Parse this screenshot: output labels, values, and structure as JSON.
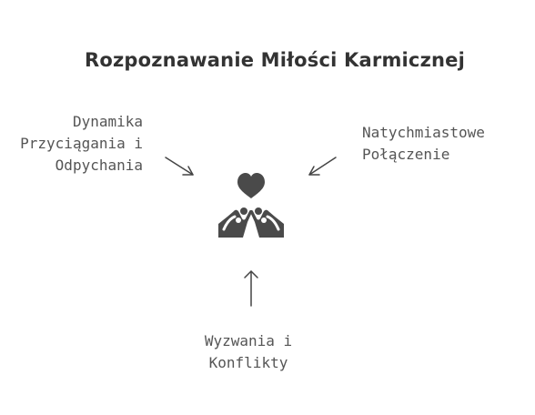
{
  "title": "Rozpoznawanie Miłości Karmicznej",
  "labels": {
    "left": [
      "Dynamika",
      "Przyciągania i",
      "Odpychania"
    ],
    "right": [
      "Natychmiastowe",
      "Połączenie"
    ],
    "bottom": [
      "Wyzwania i",
      "Konflikty"
    ]
  },
  "colors": {
    "icon": "#4a4a4a",
    "arrow": "#444444",
    "text": "#555555",
    "title": "#333333"
  },
  "icon_name": "hands-heart-icon"
}
